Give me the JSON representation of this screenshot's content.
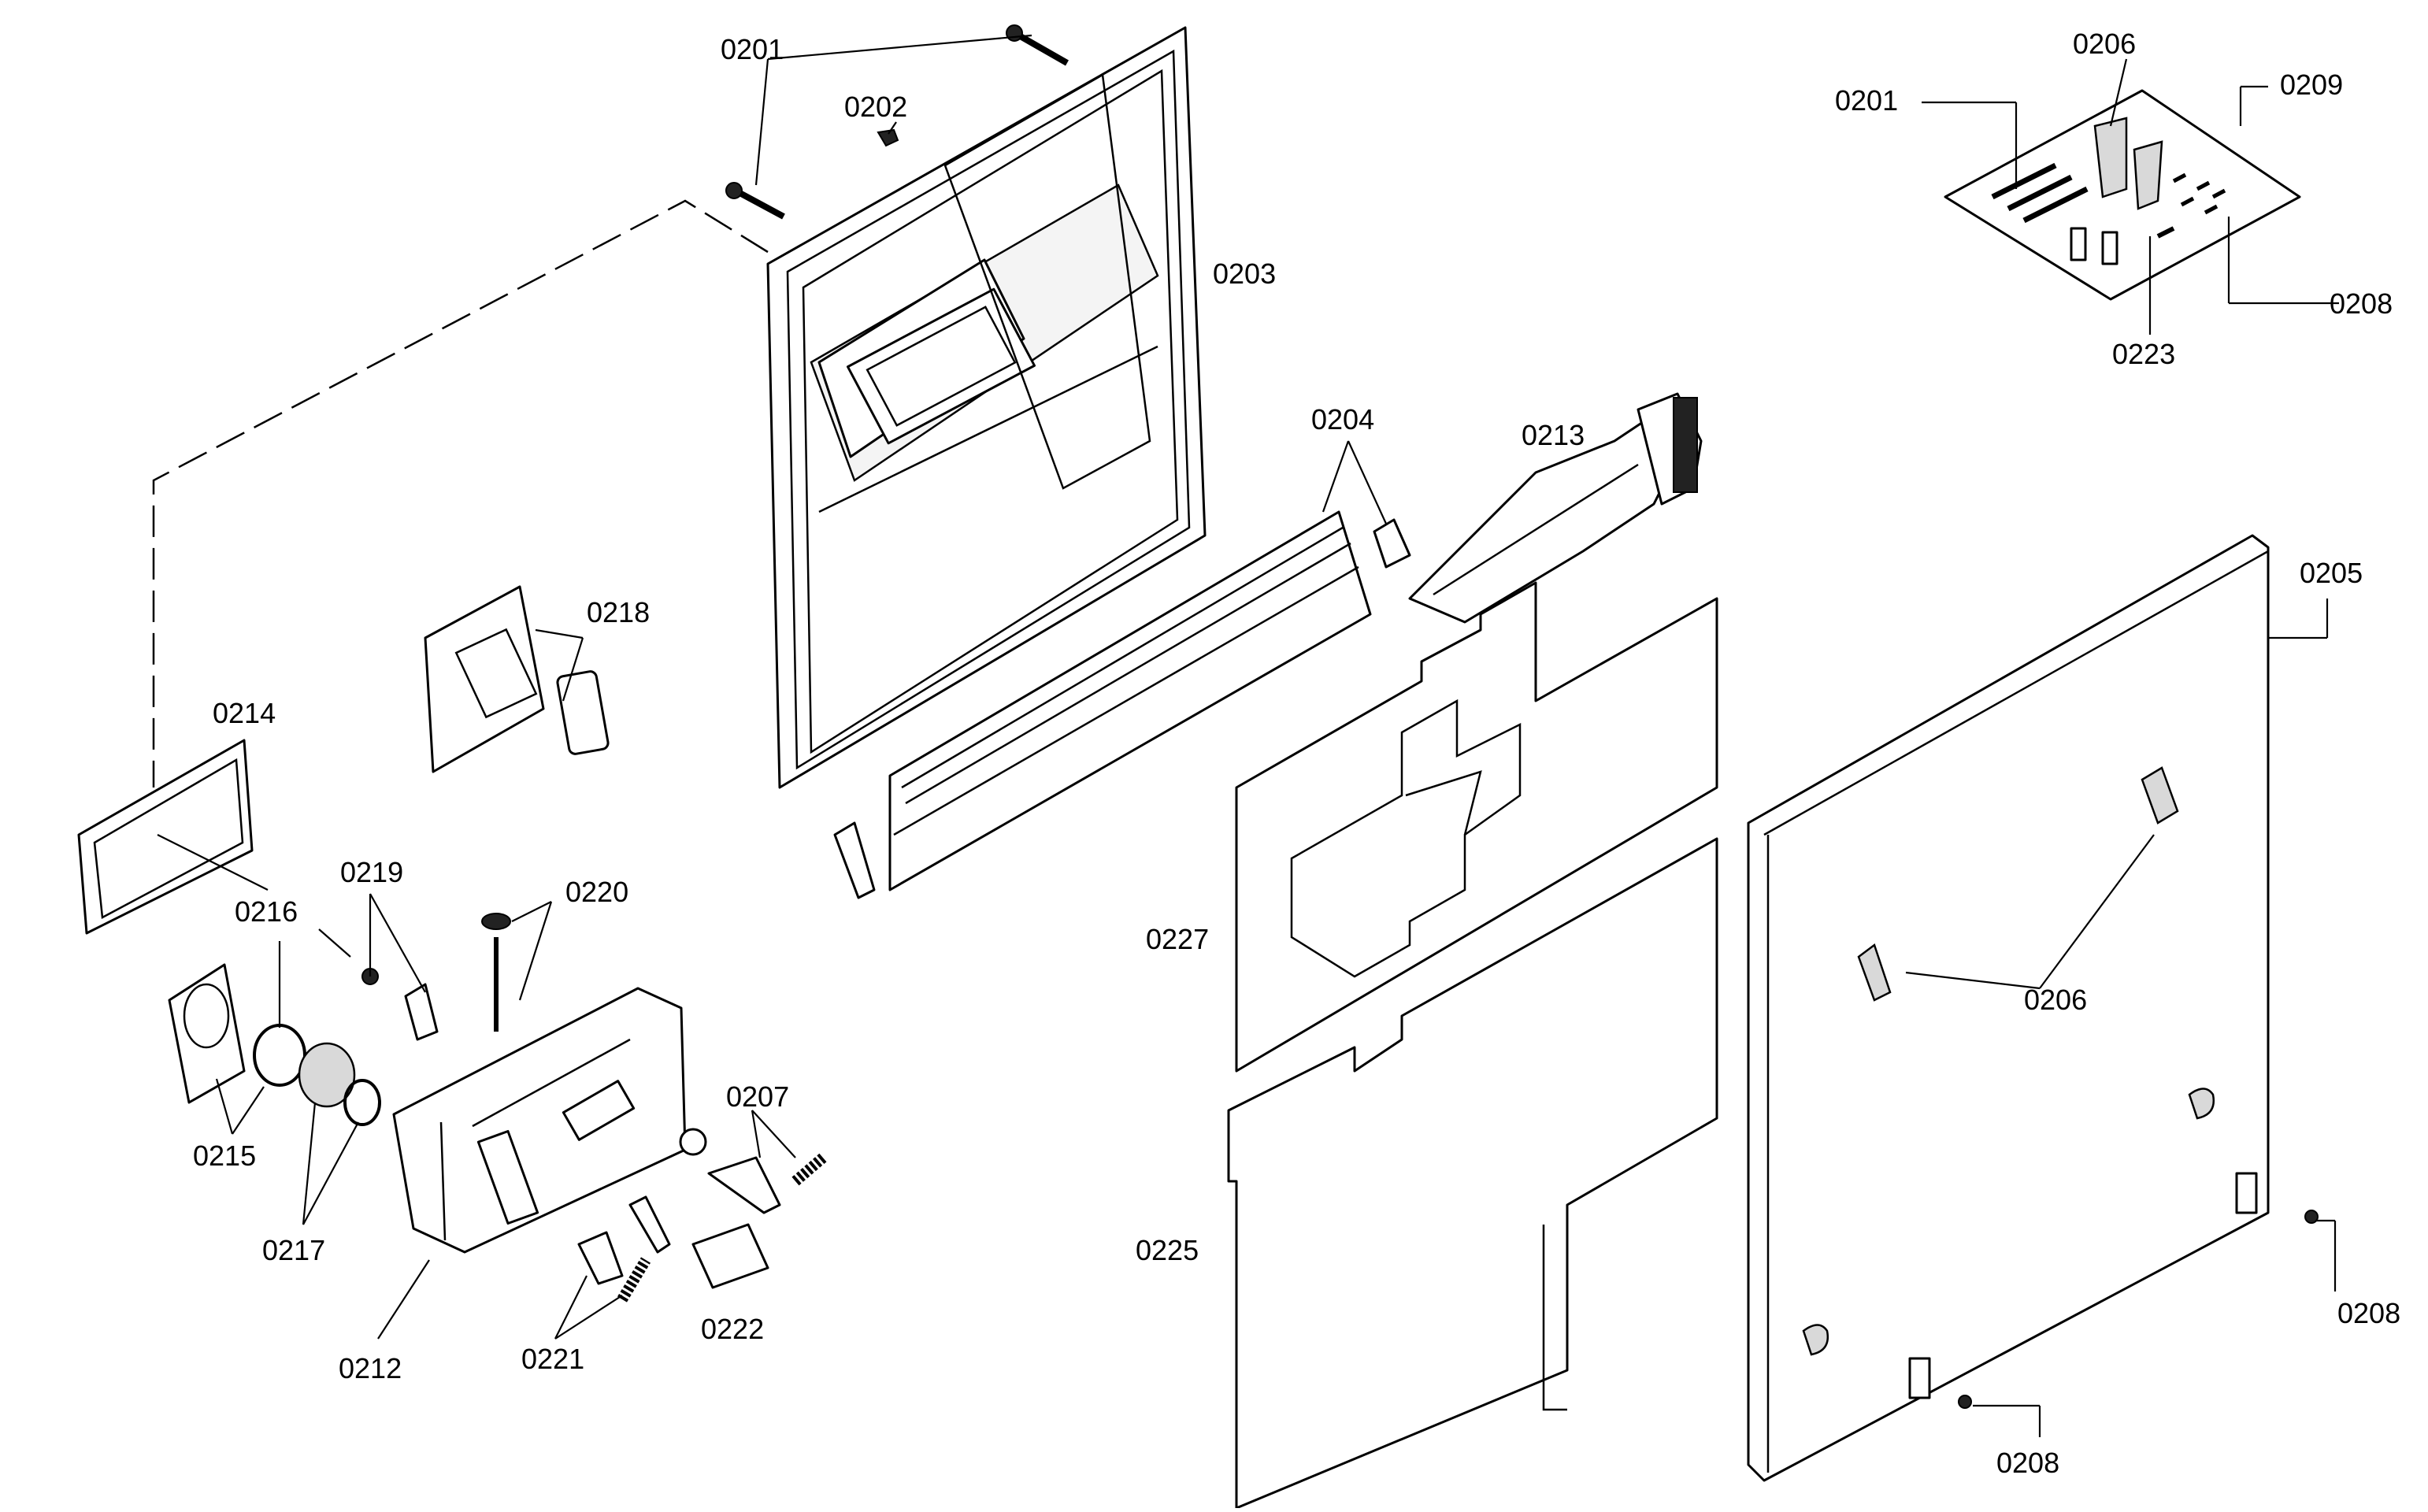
{
  "labels": {
    "p0201": "0201",
    "p0202": "0202",
    "p0203": "0203",
    "p0204": "0204",
    "p0205": "0205",
    "p0206": "0206",
    "p0207": "0207",
    "p0208": "0208",
    "p0209": "0209",
    "p0212": "0212",
    "p0213": "0213",
    "p0214": "0214",
    "p0215": "0215",
    "p0216": "0216",
    "p0217": "0217",
    "p0218": "0218",
    "p0219": "0219",
    "p0220": "0220",
    "p0221": "0221",
    "p0222": "0222",
    "p0223": "0223",
    "p0225": "0225",
    "p0227": "0227"
  }
}
